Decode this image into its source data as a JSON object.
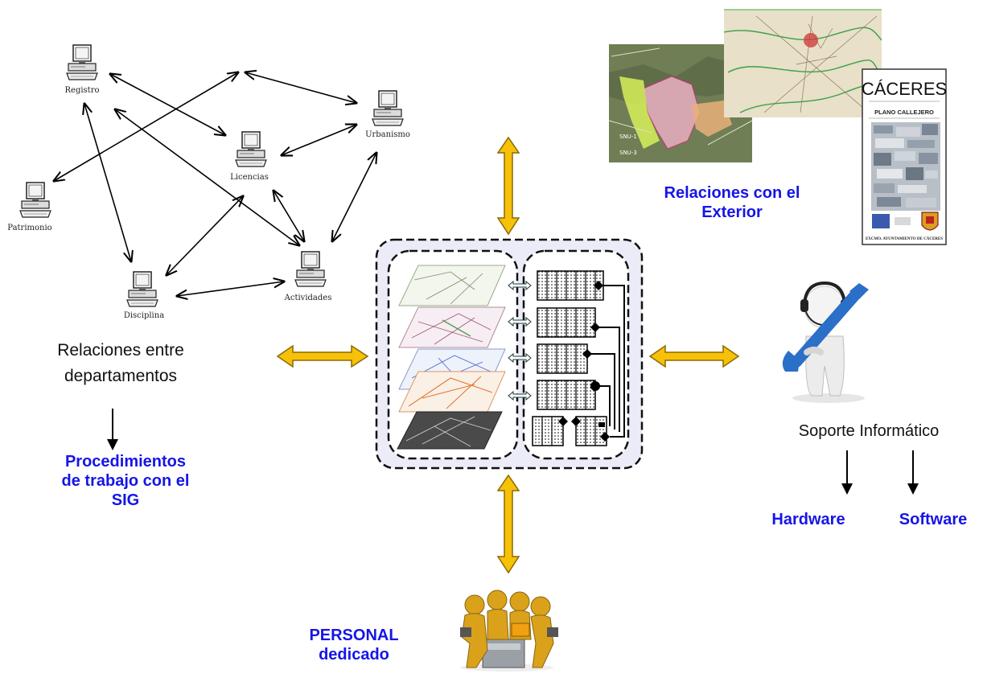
{
  "departments": {
    "registro": "Registro",
    "urbanismo": "Urbanismo",
    "licencias": "Licencias",
    "patrimonio": "Patrimonio",
    "disciplina": "Disciplina",
    "actividades": "Actividades"
  },
  "left": {
    "relaciones_line1": "Relaciones entre",
    "relaciones_line2": "departamentos",
    "procedimientos_line1": "Procedimientos",
    "procedimientos_line2": "de trabajo con el",
    "procedimientos_line3": "SIG"
  },
  "top_right": {
    "relaciones_line1": "Relaciones con el",
    "relaciones_line2": "Exterior",
    "brochure_title": "CÁCERES",
    "brochure_subtitle": "PLANO CALLEJERO",
    "brochure_footer": "EXCMO. AYUNTAMIENTO DE CÁCERES",
    "map_labels": [
      "SNU-1",
      "SNU-3"
    ]
  },
  "right": {
    "soporte": "Soporte Informático",
    "hardware": "Hardware",
    "software": "Software"
  },
  "bottom": {
    "personal_line1": "PERSONAL",
    "personal_line2": "dedicado"
  },
  "colors": {
    "arrow_fill": "#f7c10a",
    "arrow_stroke": "#8a6a00",
    "label_blue": "#1515e8",
    "center_panel_bg": "#ececf8"
  }
}
